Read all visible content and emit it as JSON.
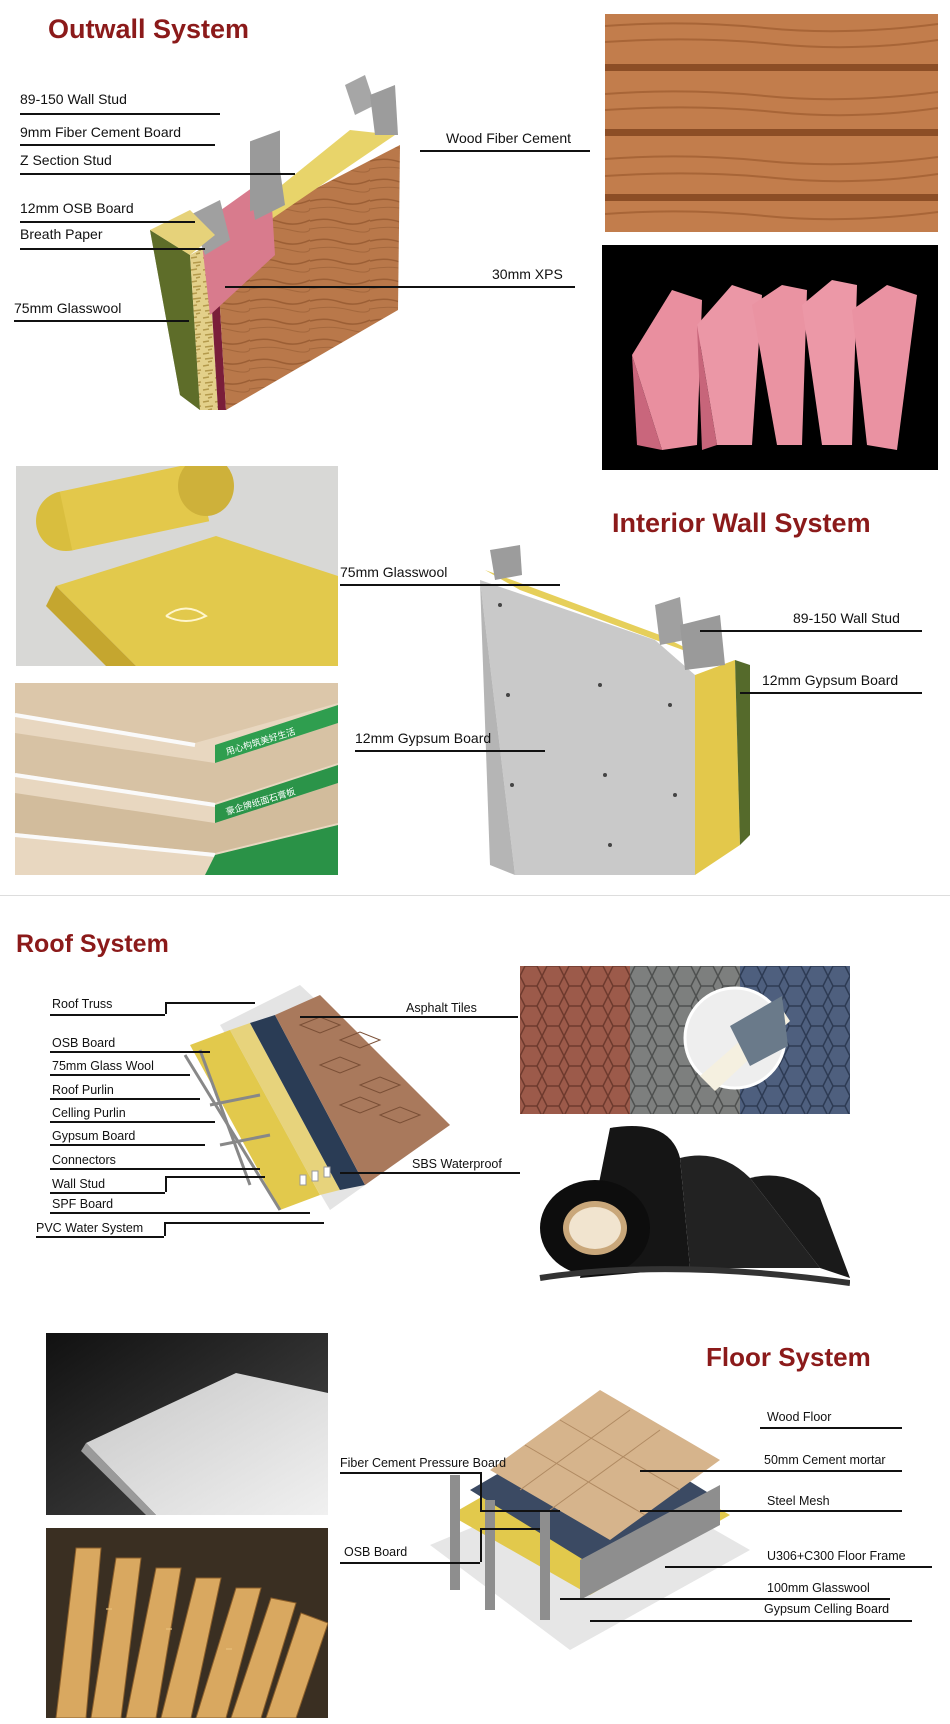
{
  "colors": {
    "title": "#8b1a1a",
    "line": "#111111",
    "accent_xps": "#e8a0a8",
    "wood": "#c98a55"
  },
  "outwall": {
    "title": "Outwall System",
    "labels": {
      "stud": "89-150 Wall Stud",
      "fiber_cement": "9mm Fiber Cement Board",
      "z_stud": "Z Section Stud",
      "osb": "12mm OSB Board",
      "breath": "Breath Paper",
      "glasswool": "75mm Glasswool",
      "wood_fiber": "Wood Fiber Cement",
      "xps": "30mm XPS"
    }
  },
  "interior": {
    "title": "Interior Wall System",
    "labels": {
      "glasswool": "75mm Glasswool",
      "stud": "89-150 Wall Stud",
      "gypsum_right": "12mm Gypsum  Board",
      "gypsum_left": "12mm Gypsum Board"
    },
    "board_print": [
      "用心构筑美好生活",
      "豪企牌纸面石膏板"
    ]
  },
  "roof": {
    "title": "Roof System",
    "labels": {
      "truss": "Roof Truss",
      "osb": "OSB Board",
      "glass": "75mm Glass Wool",
      "purlin": "Roof Purlin",
      "ceiling_purlin": "Celling Purlin",
      "gypsum": "Gypsum Board",
      "connectors": "Connectors",
      "wall_stud": "Wall Stud",
      "spf": "SPF Board",
      "pvc": "PVC Water System",
      "asphalt": "Asphalt Tiles",
      "sbs": "SBS Waterproof"
    }
  },
  "floor": {
    "title": "Floor System",
    "labels": {
      "wood_floor": "Wood Floor",
      "mortar": "50mm Cement mortar",
      "steel": "Steel Mesh",
      "frame": "U306+C300 Floor Frame",
      "glasswool": "100mm Glasswool",
      "gypsum": "Gypsum Celling Board",
      "fiber_board": "Fiber Cement Pressure Board",
      "osb": "OSB Board"
    }
  }
}
